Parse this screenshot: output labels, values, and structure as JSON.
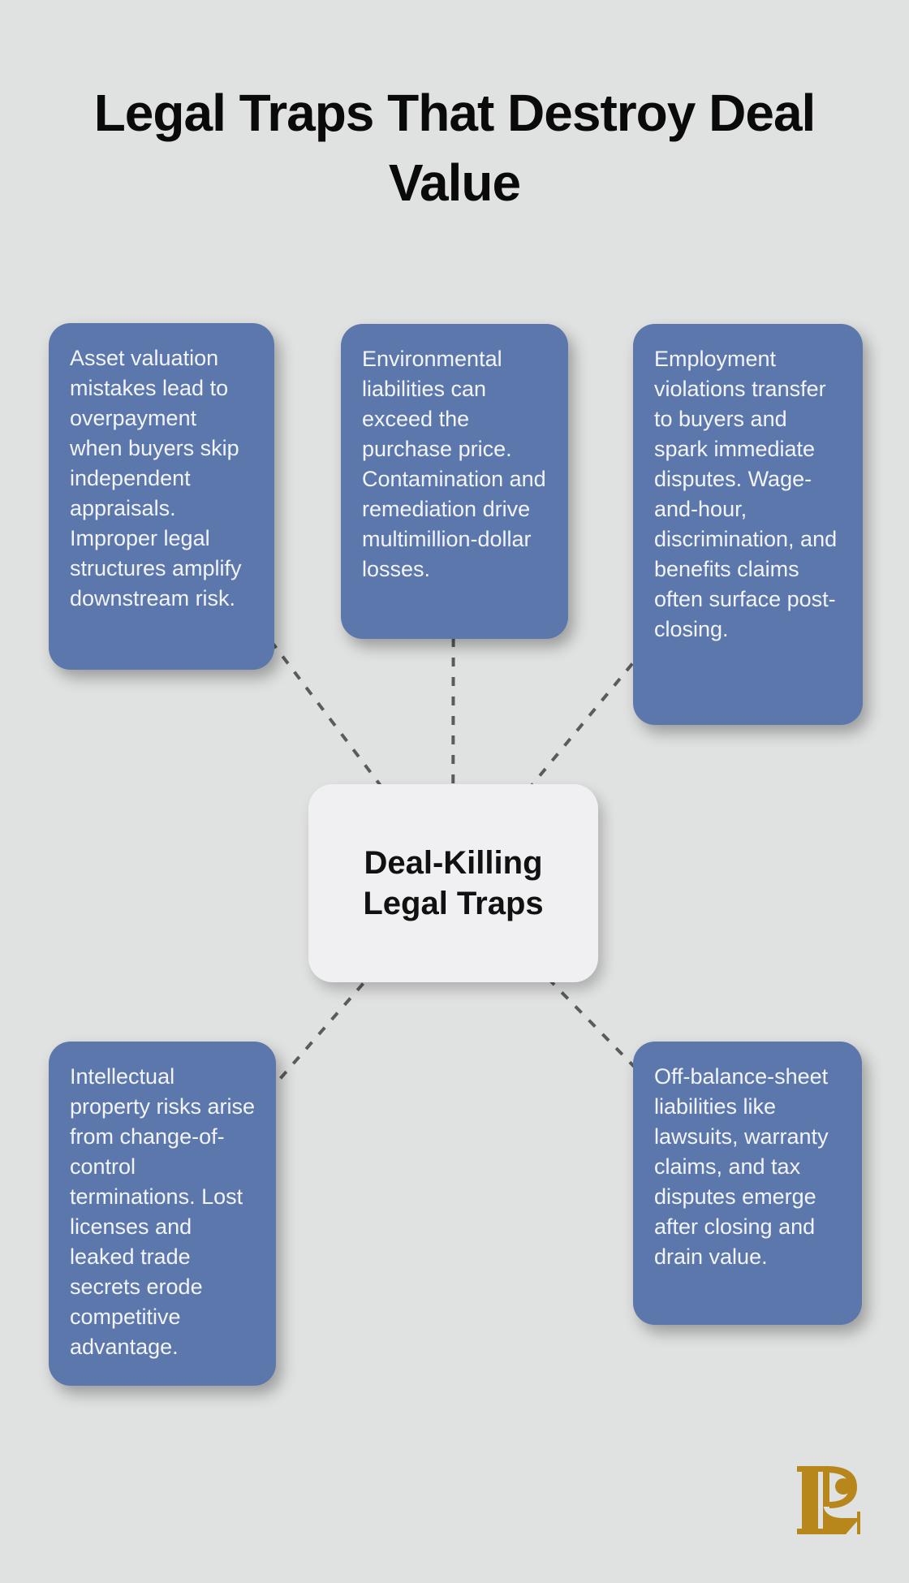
{
  "title": {
    "lines": [
      "Legal Traps That Destroy Deal",
      "Value"
    ]
  },
  "center_node": {
    "label": "Deal-Killing Legal Traps"
  },
  "trap_nodes": [
    {
      "id": "asset-valuation",
      "text": "Asset valuation mistakes lead to overpayment when buyers skip independent appraisals. Improper legal structures amplify downstream risk."
    },
    {
      "id": "environmental-liabilities",
      "text": "Environmental liabilities can exceed the purchase price. Contamination and remediation drive multimillion-dollar losses."
    },
    {
      "id": "employment-violations",
      "text": "Employment violations transfer to buyers and spark immediate disputes. Wage-and-hour, discrimination, and benefits claims often surface post-closing."
    },
    {
      "id": "intellectual-property",
      "text": "Intellectual property risks arise from change-of-control terminations. Lost licenses and leaked trade secrets erode competitive advantage."
    },
    {
      "id": "off-balance-sheet",
      "text": "Off-balance-sheet liabilities like lawsuits, warranty claims, and tax disputes emerge after closing and drain value."
    }
  ],
  "logo": {
    "name": "PL monogram"
  },
  "colors": {
    "bg": "#e0e1e1",
    "box-blue": "#5c77ac",
    "box-text": "#f2f4f8",
    "center-bg": "#f0f0f2",
    "center-text": "#111111",
    "connector": "#5a5b5c",
    "title-text": "#0a0a0a",
    "logo-gold": "#B8871B"
  }
}
